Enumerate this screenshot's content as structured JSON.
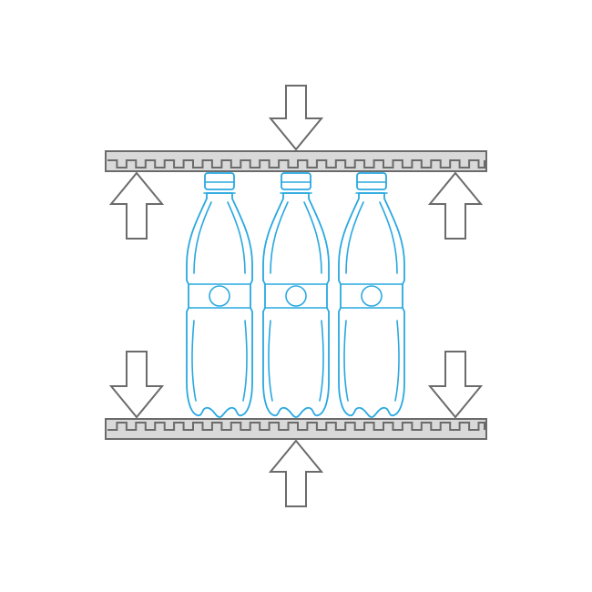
{
  "colors": {
    "background": "#ffffff",
    "outline_gray": "#6b6b6b",
    "plate_fill": "#d9d9d9",
    "bottle_blue": "#29a8e0"
  },
  "diagram": {
    "plates": [
      {
        "id": "top",
        "teeth_side": "bottom"
      },
      {
        "id": "bottom",
        "teeth_side": "top"
      }
    ],
    "arrows": [
      {
        "id": "top-center",
        "direction": "down"
      },
      {
        "id": "top-left",
        "direction": "up"
      },
      {
        "id": "top-right",
        "direction": "up"
      },
      {
        "id": "bottom-left",
        "direction": "down"
      },
      {
        "id": "bottom-right",
        "direction": "down"
      },
      {
        "id": "bottom-center",
        "direction": "up"
      }
    ],
    "bottles": [
      {
        "id": "left",
        "icon": "bottle-icon"
      },
      {
        "id": "middle",
        "icon": "bottle-icon"
      },
      {
        "id": "right",
        "icon": "bottle-icon"
      }
    ]
  }
}
